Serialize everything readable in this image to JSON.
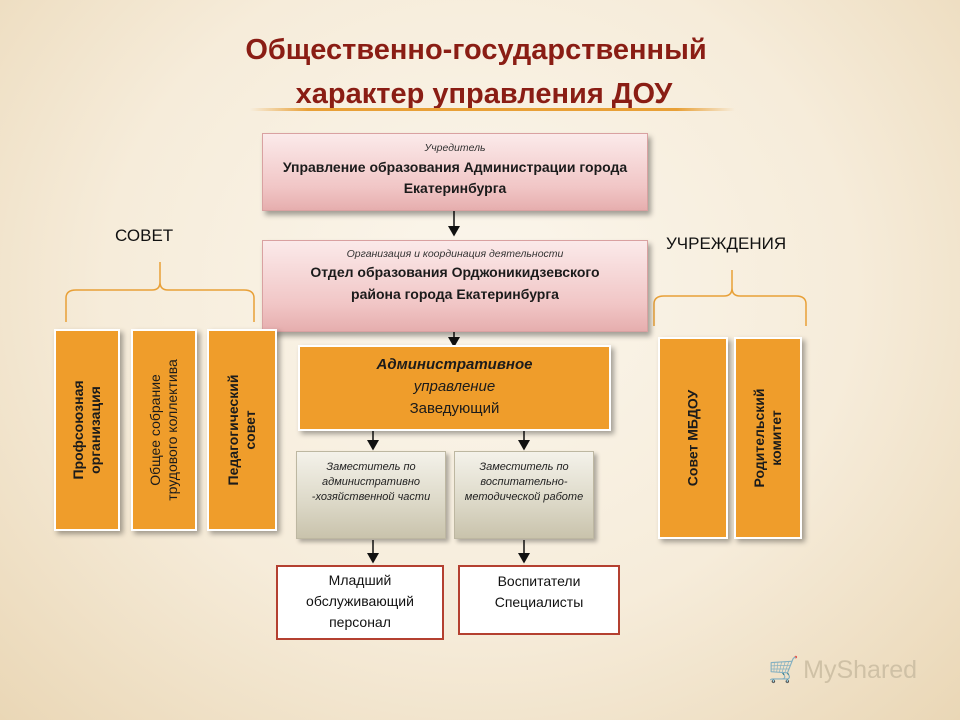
{
  "title": {
    "line1": "Общественно-государственный",
    "line2": "характер управления ДОУ"
  },
  "founder": {
    "caption": "Учредитель",
    "text": "Управление образования Администрации города Екатеринбурга"
  },
  "department": {
    "caption": "Организация и координация деятельности",
    "text": "Отдел образования Орджоникидзевского района города Екатеринбурга"
  },
  "admin": {
    "line1": "Административное",
    "line2": "управление",
    "line3": "Заведующий"
  },
  "deputies": [
    {
      "text": "Заместитель по административно -хозяйственной части"
    },
    {
      "text": "Заместитель по воспитательно-методической работе"
    }
  ],
  "staff": [
    {
      "text": "Младший обслуживающий персонал"
    },
    {
      "text": "Воспитатели Специалисты"
    }
  ],
  "council": {
    "label": "СОВЕТ",
    "items": [
      {
        "line1": "Профсоюзная",
        "line2": "организация"
      },
      {
        "line1": "Общее собрание",
        "line2": "трудового коллектива"
      },
      {
        "line1": "Педагогический",
        "line2": "совет"
      }
    ]
  },
  "institutions": {
    "label": "УЧРЕЖДЕНИЯ",
    "items": [
      {
        "line1": "Совет МБДОУ",
        "line2": ""
      },
      {
        "line1": "Родительский",
        "line2": "комитет"
      }
    ]
  },
  "watermark": "MyShared",
  "colors": {
    "title": "#8a1d14",
    "orange": "#ef9d2b",
    "pink": "#f1c6c6",
    "bracket": "#e8a037"
  }
}
